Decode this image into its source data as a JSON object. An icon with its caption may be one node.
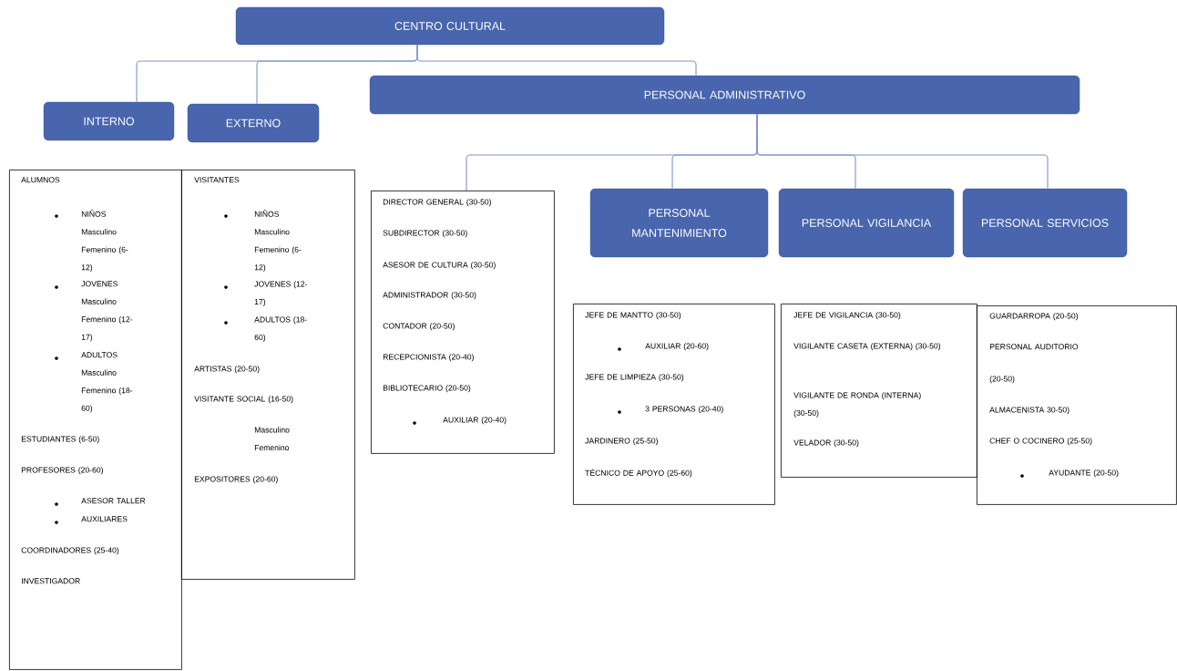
{
  "diagram": {
    "nodes": [
      {
        "text": [
          "CENTRO CULTURAL"
        ]
      },
      {
        "text": [
          "INTERNO"
        ]
      },
      {
        "text": [
          "EXTERNO"
        ]
      },
      {
        "text": [
          "PERSONAL ADMINISTRATIVO"
        ]
      },
      {
        "text": [
          "ALUMNOS",
          "NIÑOS Masculino Femenino (6-12)",
          "JOVENES Masculino Femenino (12-17)",
          "ADULTOS Masculino Femenino (18-60)",
          "ESTUDIANTES (6-50)",
          "PROFESORES (20-60)",
          "ASESOR TALLER",
          "AUXILIARES",
          "COORDINADORES (25-40)",
          "INVESTIGADOR"
        ]
      },
      {
        "text": [
          "VISITANTES",
          "NIÑOS Masculino Femenino (6-12)",
          "JOVENES (12-17)",
          "ADULTOS (18-60)",
          "ARTISTAS (20-50)",
          "VISITANTE SOCIAL (16-50)",
          "Masculino Femenino",
          "EXPOSITORES (20-60)"
        ]
      },
      {
        "text": [
          "DIRECTOR GENERAL (30-50)",
          "SUBDIRECTOR (30-50)",
          "ASESOR DE CULTURA (30-50)",
          "ADMINISTRADOR (30-50)",
          "CONTADOR (20-50)",
          "RECEPCIONISTA (20-40)",
          "BIBLIOTECARIO (20-50)",
          "AUXILIAR (20-40)"
        ]
      },
      {
        "text": [
          "PERSONAL MANTENIMIENTO"
        ]
      },
      {
        "text": [
          "PERSONAL VIGILANCIA"
        ]
      },
      {
        "text": [
          "PERSONAL SERVICIOS"
        ]
      },
      {
        "text": [
          "JEFE DE MANTTO (30-50)",
          "AUXILIAR (20-60)",
          "JEFE DE LIMPIEZA (30-50)",
          "3 PERSONAS (20-40)",
          "JARDINERO (25-50)",
          "TÉCNICO DE APOYO (25-60)"
        ]
      },
      {
        "text": [
          "JEFE DE VIGILANCIA (30-50)",
          "VIGILANTE CASETA (EXTERNA) (30-50)",
          "VIGILANTE DE RONDA (INTERNA) (30-50)",
          "VELADOR (30-50)"
        ]
      },
      {
        "text": [
          "GUARDARROPA (20-50)",
          "PERSONAL AUDITORIO",
          "(20-50)",
          "ALMACENISTA 30-50)",
          "CHEF O COCINERO (25-50)",
          "AYUDANTE (20-50)"
        ]
      }
    ],
    "edges": [
      {
        "from": 0,
        "to": 1,
        "arrow": "none"
      },
      {
        "from": 0,
        "to": 2,
        "arrow": "none"
      },
      {
        "from": 0,
        "to": 3,
        "arrow": "none"
      },
      {
        "from": 3,
        "to": 6,
        "arrow": "none"
      },
      {
        "from": 3,
        "to": 7,
        "arrow": "none"
      },
      {
        "from": 3,
        "to": 8,
        "arrow": "none"
      },
      {
        "from": 3,
        "to": 9,
        "arrow": "none"
      }
    ]
  }
}
